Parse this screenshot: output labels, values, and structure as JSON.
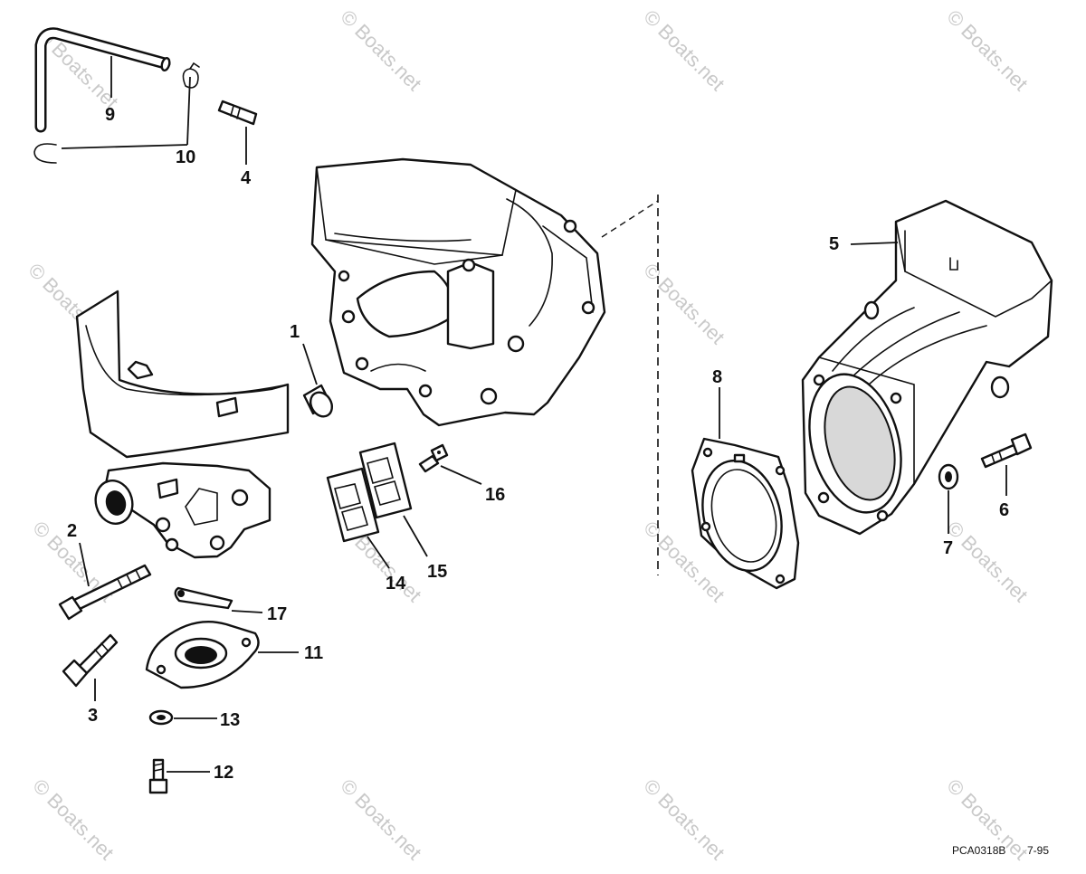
{
  "diagram": {
    "watermark": "© Boats.net",
    "drawing_id": "PCA0318B",
    "revision": "7-95",
    "callouts": [
      "1",
      "2",
      "3",
      "4",
      "5",
      "6",
      "7",
      "8",
      "9",
      "10",
      "11",
      "12",
      "13",
      "14",
      "15",
      "16",
      "17"
    ]
  }
}
